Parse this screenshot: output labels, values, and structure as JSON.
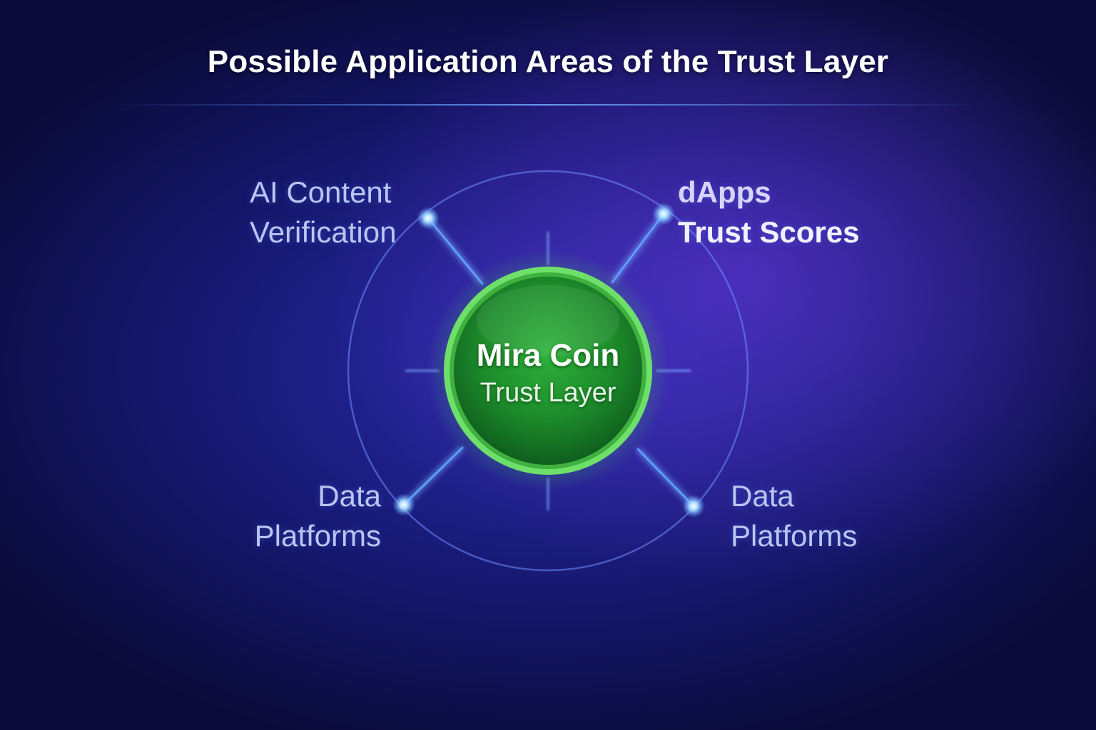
{
  "title": "Possible Application Areas of the Trust Layer",
  "center": {
    "title": "Mira Coin",
    "subtitle": "Trust Layer"
  },
  "nodes": [
    {
      "position": "top-left",
      "lines": [
        "AI Content",
        "Verification"
      ]
    },
    {
      "position": "top-right",
      "lines": [
        "dApps",
        "Trust Scores"
      ]
    },
    {
      "position": "bottom-left",
      "lines": [
        "Data",
        "Platforms"
      ]
    },
    {
      "position": "bottom-right",
      "lines": [
        "Data",
        "Platforms"
      ]
    }
  ],
  "colors": {
    "background": "#1d1f86",
    "hub_fill": "#1f9a2e",
    "hub_ring": "#6ee06a",
    "connector": "#4f8dff",
    "node_glow": "#9fd8ff"
  }
}
